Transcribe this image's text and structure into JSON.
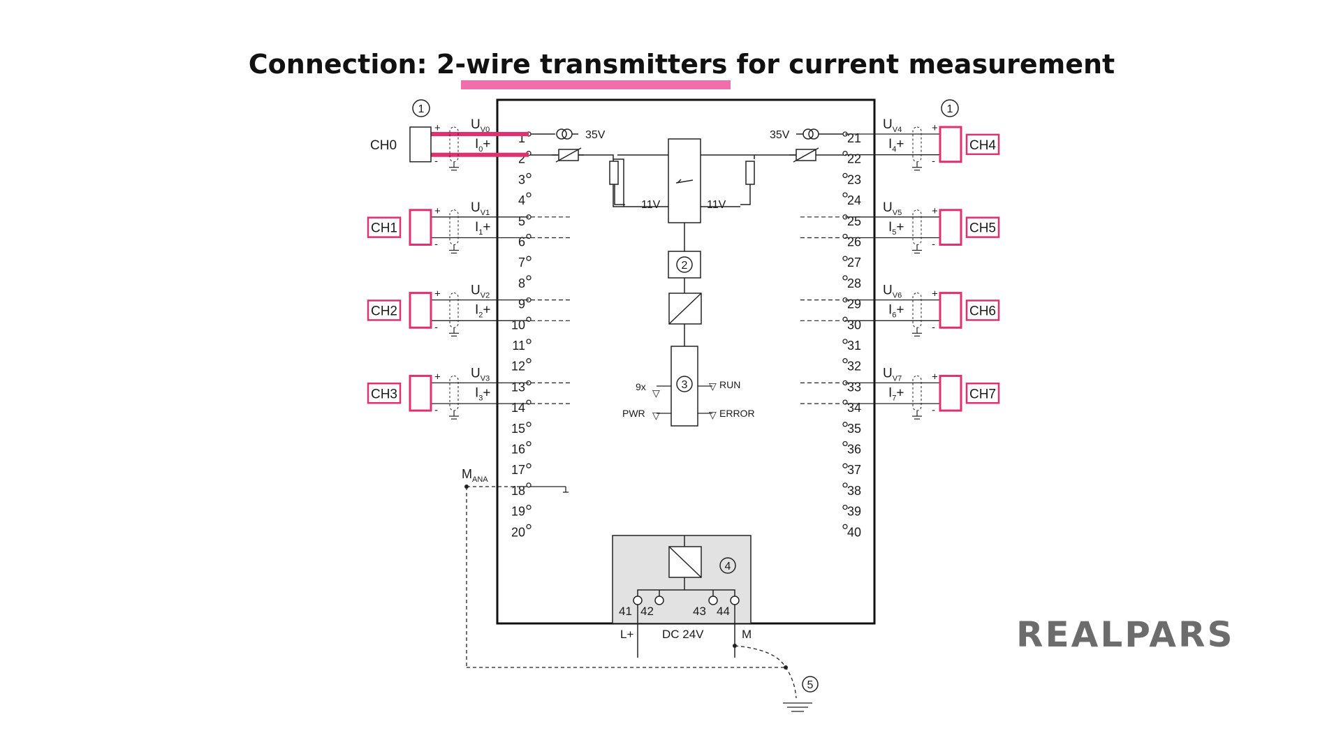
{
  "title": "Connection: 2-wire transmitters for current measurement",
  "highlight_color": "#f06eaa",
  "callout_marker": "1",
  "left_channels": [
    {
      "ch": "CH0",
      "u": "U",
      "usub": "V0",
      "i": "I",
      "isub": "0",
      "plus_pin": "1",
      "minus_pin": "2"
    },
    {
      "ch": "CH1",
      "u": "U",
      "usub": "V1",
      "i": "I",
      "isub": "1",
      "plus_pin": "5",
      "minus_pin": "6"
    },
    {
      "ch": "CH2",
      "u": "U",
      "usub": "V2",
      "i": "I",
      "isub": "2",
      "plus_pin": "9",
      "minus_pin": "10"
    },
    {
      "ch": "CH3",
      "u": "U",
      "usub": "V3",
      "i": "I",
      "isub": "3",
      "plus_pin": "13",
      "minus_pin": "14"
    }
  ],
  "right_channels": [
    {
      "ch": "CH4",
      "u": "U",
      "usub": "V4",
      "i": "I",
      "isub": "4",
      "plus_pin": "21",
      "minus_pin": "22"
    },
    {
      "ch": "CH5",
      "u": "U",
      "usub": "V5",
      "i": "I",
      "isub": "5",
      "plus_pin": "25",
      "minus_pin": "26"
    },
    {
      "ch": "CH6",
      "u": "U",
      "usub": "V6",
      "i": "I",
      "isub": "6",
      "plus_pin": "29",
      "minus_pin": "30"
    },
    {
      "ch": "CH7",
      "u": "U",
      "usub": "V7",
      "i": "I",
      "isub": "7",
      "plus_pin": "33",
      "minus_pin": "34"
    }
  ],
  "left_pins": [
    "1",
    "2",
    "3",
    "4",
    "5",
    "6",
    "7",
    "8",
    "9",
    "10",
    "11",
    "12",
    "13",
    "14",
    "15",
    "16",
    "17",
    "18",
    "19",
    "20"
  ],
  "right_pins": [
    "21",
    "22",
    "23",
    "24",
    "25",
    "26",
    "27",
    "28",
    "29",
    "30",
    "31",
    "32",
    "33",
    "34",
    "35",
    "36",
    "37",
    "38",
    "39",
    "40"
  ],
  "plus_sign": "+",
  "minus_sign": "-",
  "supply_left": "35V",
  "supply_right": "35V",
  "zener_left": "11V",
  "zener_right": "11V",
  "callout_2": "2",
  "callout_3": "3",
  "callout_4": "4",
  "callout_5": "5",
  "led_9x": "9x",
  "led_run": "RUN",
  "led_pwr": "PWR",
  "led_error": "ERROR",
  "mana": {
    "m": "M",
    "sub": "ANA"
  },
  "power_pins": [
    "41",
    "42",
    "43",
    "44"
  ],
  "power_l": "L+",
  "power_dc": "DC 24V",
  "power_m": "M",
  "logo": "REALPARS",
  "colors": {
    "channel_box": "#e0306f",
    "wire_highlight": "#e0306f",
    "module_fill": "#e2e2e2",
    "logo": "#6c6c6c"
  }
}
